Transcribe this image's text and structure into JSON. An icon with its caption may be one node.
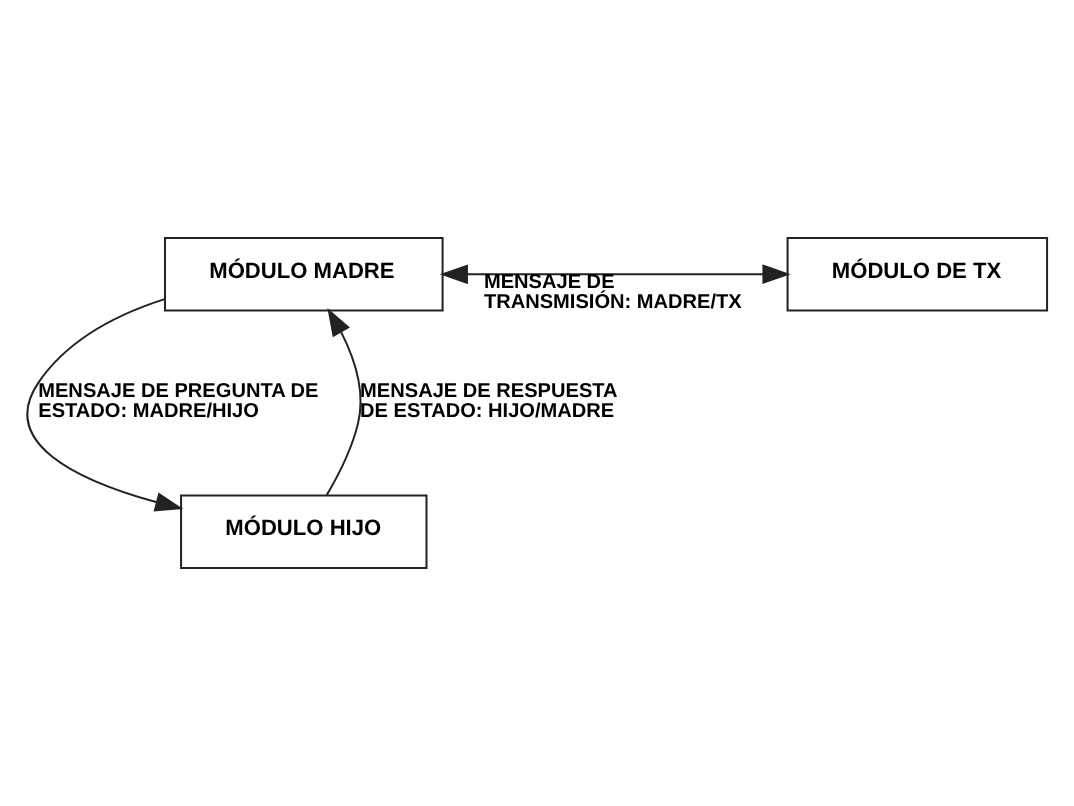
{
  "diagram": {
    "nodes": [
      {
        "text": [
          "MÓDULO MADRE"
        ]
      },
      {
        "text": [
          "MÓDULO DE TX"
        ]
      },
      {
        "text": [
          "MÓDULO HIJO"
        ]
      }
    ],
    "edges": [
      {
        "from": 0,
        "to": 1,
        "arrow": "both",
        "label": "MENSAJE DE TRANSMISIÓN: MADRE/TX"
      },
      {
        "from": 0,
        "to": 2,
        "arrow": "to",
        "label": "MENSAJE DE PREGUNTA DE ESTADO: MADRE/HIJO"
      },
      {
        "from": 2,
        "to": 0,
        "arrow": "to",
        "label": "MENSAJE DE RESPUESTA DE ESTADO: HIJO/MADRE"
      }
    ]
  }
}
